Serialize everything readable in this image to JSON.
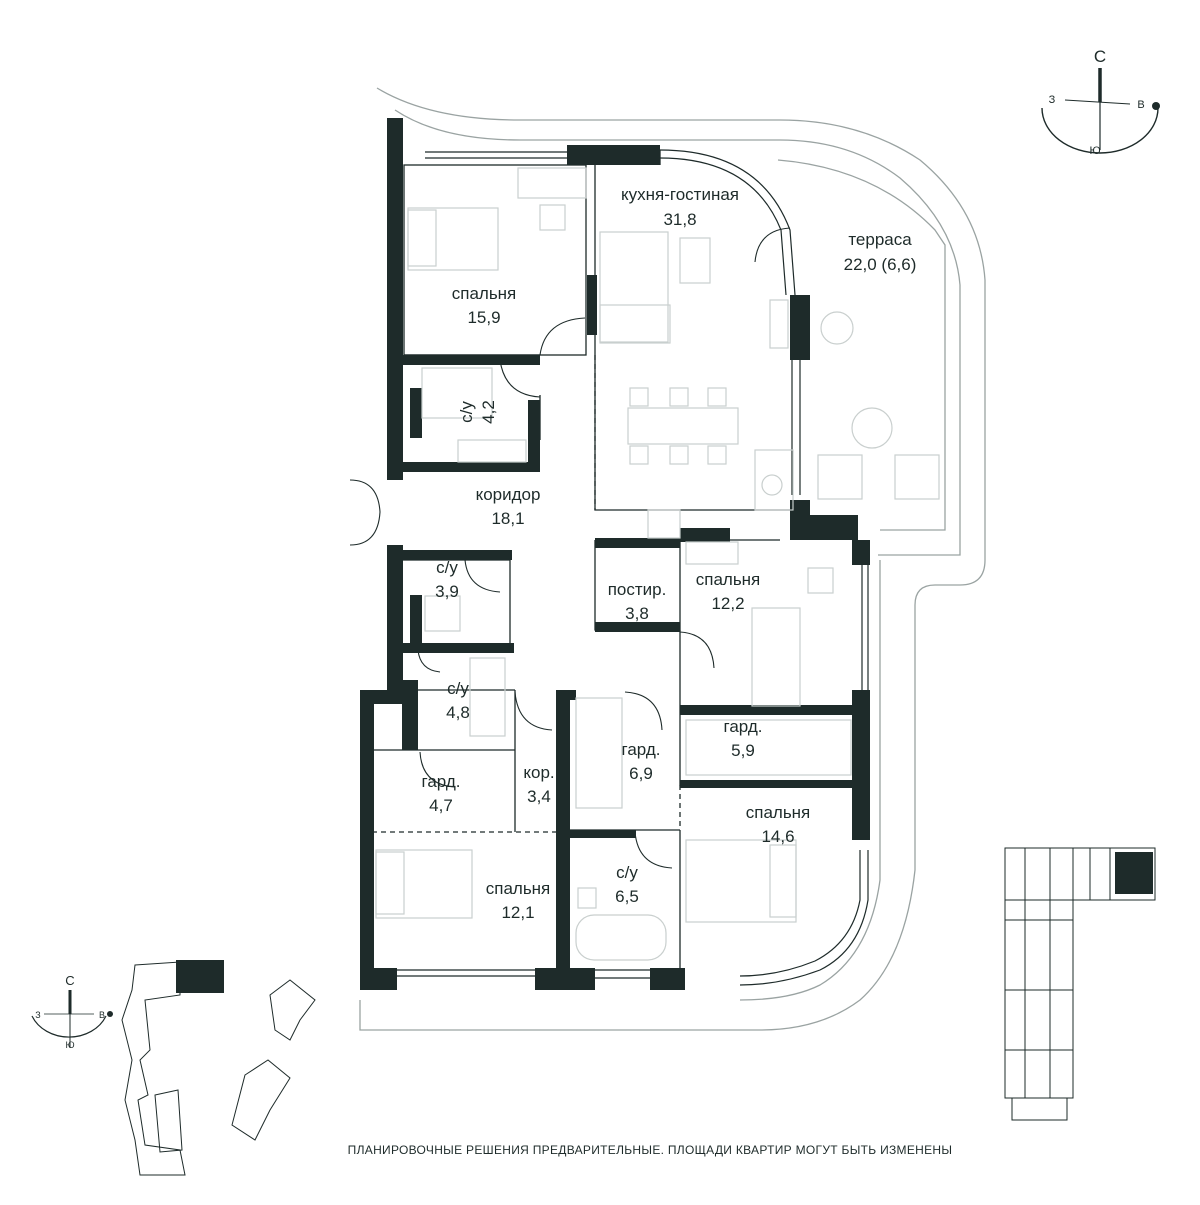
{
  "colors": {
    "wall": "#1e2b2a",
    "line": "#9aa3a2",
    "furniture": "#c9cfce",
    "background": "#ffffff"
  },
  "rooms": [
    {
      "id": "living",
      "name": "кухня-гостиная",
      "area": "31,8"
    },
    {
      "id": "terrace",
      "name": "терраса",
      "area": "22,0 (6,6)"
    },
    {
      "id": "bed1",
      "name": "спальня",
      "area": "15,9"
    },
    {
      "id": "bath1",
      "name": "с/у",
      "area": "4,2"
    },
    {
      "id": "corridor",
      "name": "коридор",
      "area": "18,1"
    },
    {
      "id": "bath2",
      "name": "с/у",
      "area": "3,9"
    },
    {
      "id": "laundry",
      "name": "постир.",
      "area": "3,8"
    },
    {
      "id": "bed2",
      "name": "спальня",
      "area": "12,2"
    },
    {
      "id": "bath3",
      "name": "с/у",
      "area": "4,8"
    },
    {
      "id": "ward1",
      "name": "гард.",
      "area": "5,9"
    },
    {
      "id": "ward2",
      "name": "гард.",
      "area": "6,9"
    },
    {
      "id": "ward3",
      "name": "гард.",
      "area": "4,7"
    },
    {
      "id": "cor2",
      "name": "кор.",
      "area": "3,4"
    },
    {
      "id": "bed3",
      "name": "спальня",
      "area": "14,6"
    },
    {
      "id": "bed4",
      "name": "спальня",
      "area": "12,1"
    },
    {
      "id": "bath4",
      "name": "с/у",
      "area": "6,5"
    }
  ],
  "compass_main": {
    "north": "С",
    "west": "З",
    "east": "В",
    "south": "Ю"
  },
  "compass_small": {
    "north": "С",
    "west": "З",
    "east": "В",
    "south": "Ю"
  },
  "disclaimer": "ПЛАНИРОВОЧНЫЕ РЕШЕНИЯ ПРЕДВАРИТЕЛЬНЫЕ. ПЛОЩАДИ КВАРТИР МОГУТ БЫТЬ ИЗМЕНЕНЫ"
}
